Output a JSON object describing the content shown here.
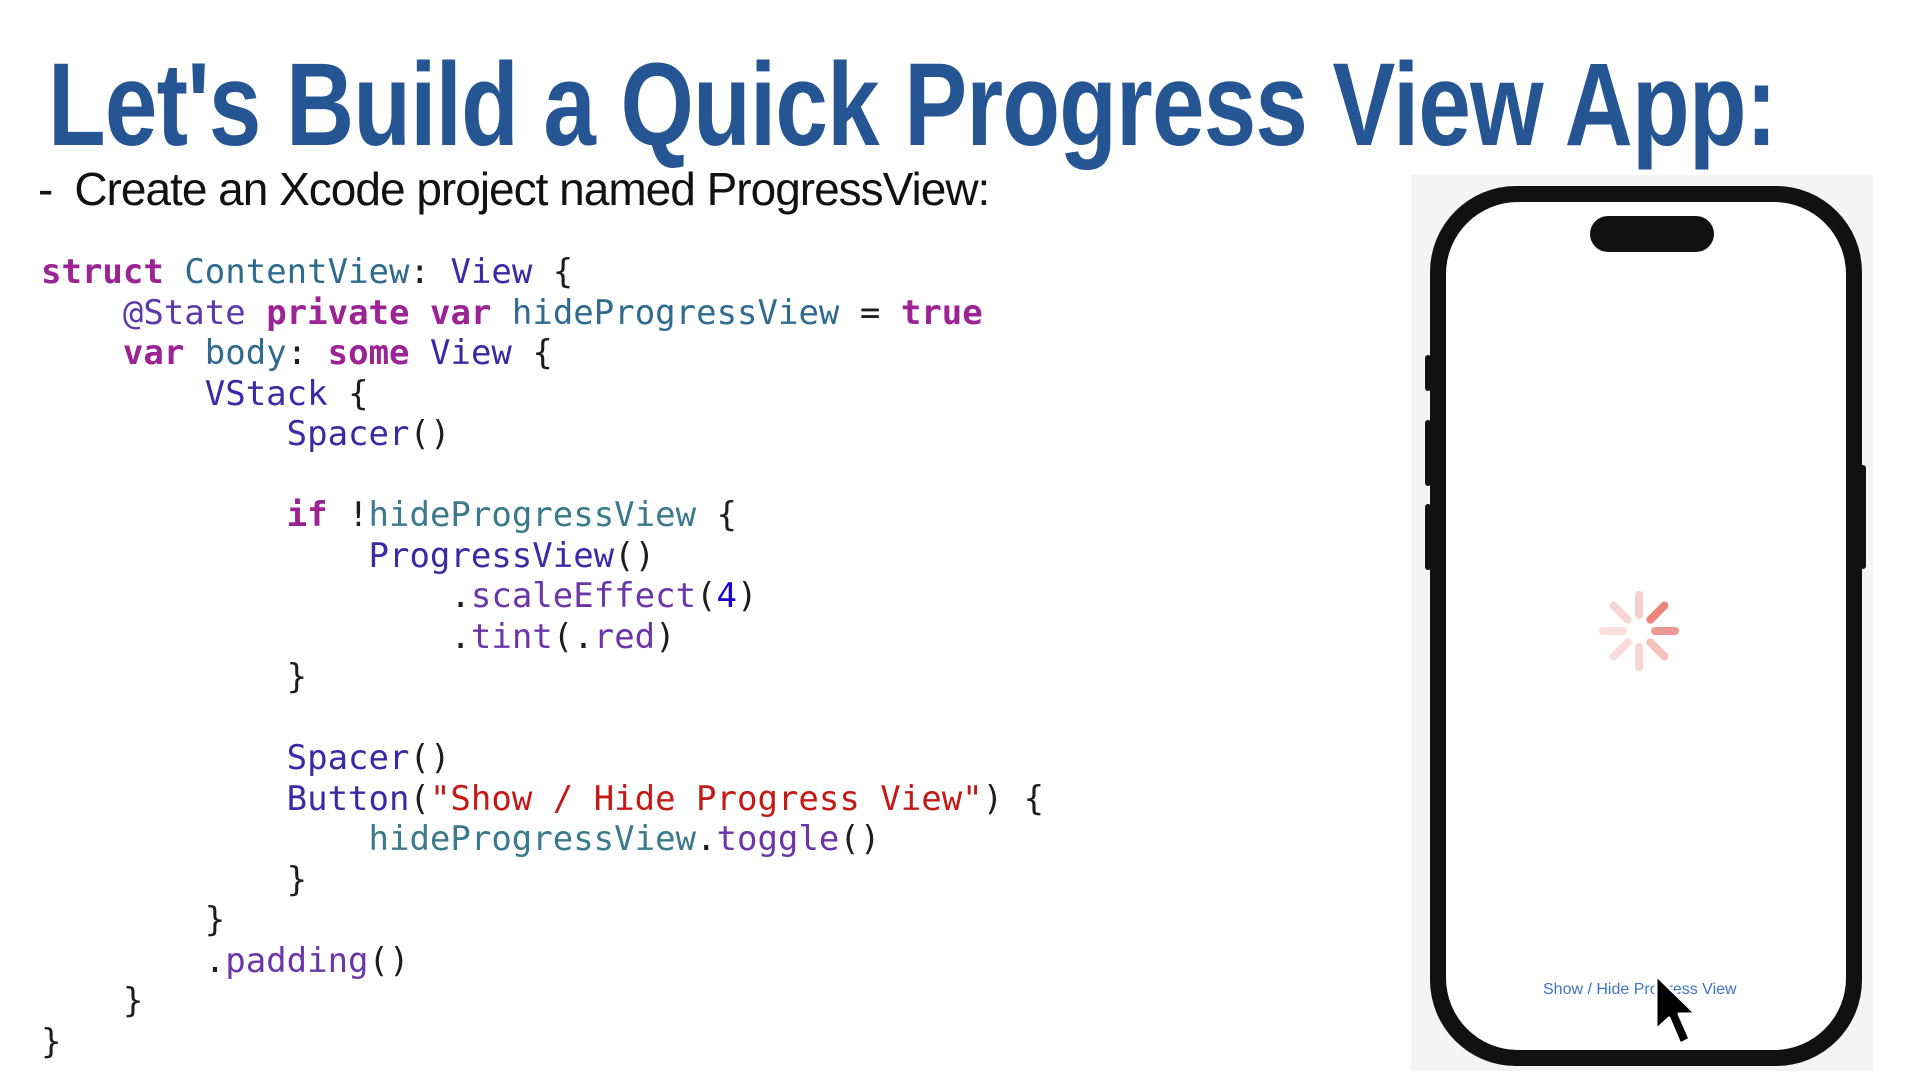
{
  "slide": {
    "title": "Let's Build a Quick Progress View App:",
    "bullet_dash": "-",
    "bullet_text": "Create an Xcode project named ProgressView:"
  },
  "code": {
    "lines": [
      [
        [
          "kw",
          "struct"
        ],
        [
          "p",
          " "
        ],
        [
          "tyd",
          "ContentView"
        ],
        [
          "p",
          ": "
        ],
        [
          "ty",
          "View"
        ],
        [
          "p",
          " {"
        ]
      ],
      [
        [
          "p",
          "    "
        ],
        [
          "attr",
          "@State"
        ],
        [
          "p",
          " "
        ],
        [
          "kw",
          "private"
        ],
        [
          "p",
          " "
        ],
        [
          "kw",
          "var"
        ],
        [
          "p",
          " "
        ],
        [
          "tyd",
          "hideProgressView"
        ],
        [
          "p",
          " = "
        ],
        [
          "kw",
          "true"
        ]
      ],
      [
        [
          "p",
          "    "
        ],
        [
          "kw",
          "var"
        ],
        [
          "p",
          " "
        ],
        [
          "tyd",
          "body"
        ],
        [
          "p",
          ": "
        ],
        [
          "kw",
          "some"
        ],
        [
          "p",
          " "
        ],
        [
          "ty",
          "View"
        ],
        [
          "p",
          " {"
        ]
      ],
      [
        [
          "p",
          "        "
        ],
        [
          "ty",
          "VStack"
        ],
        [
          "p",
          " {"
        ]
      ],
      [
        [
          "p",
          "            "
        ],
        [
          "ty",
          "Spacer"
        ],
        [
          "p",
          "()"
        ]
      ],
      [
        [
          "p",
          ""
        ]
      ],
      [
        [
          "p",
          "            "
        ],
        [
          "kw",
          "if"
        ],
        [
          "p",
          " !"
        ],
        [
          "id",
          "hideProgressView"
        ],
        [
          "p",
          " {"
        ]
      ],
      [
        [
          "p",
          "                "
        ],
        [
          "ty",
          "ProgressView"
        ],
        [
          "p",
          "()"
        ]
      ],
      [
        [
          "p",
          "                    ."
        ],
        [
          "fn",
          "scaleEffect"
        ],
        [
          "p",
          "("
        ],
        [
          "num",
          "4"
        ],
        [
          "p",
          ")"
        ]
      ],
      [
        [
          "p",
          "                    ."
        ],
        [
          "fn",
          "tint"
        ],
        [
          "p",
          "(."
        ],
        [
          "fn",
          "red"
        ],
        [
          "p",
          ")"
        ]
      ],
      [
        [
          "p",
          "            }"
        ]
      ],
      [
        [
          "p",
          ""
        ]
      ],
      [
        [
          "p",
          "            "
        ],
        [
          "ty",
          "Spacer"
        ],
        [
          "p",
          "()"
        ]
      ],
      [
        [
          "p",
          "            "
        ],
        [
          "ty",
          "Button"
        ],
        [
          "p",
          "("
        ],
        [
          "str",
          "\"Show / Hide Progress View\""
        ],
        [
          "p",
          ") {"
        ]
      ],
      [
        [
          "p",
          "                "
        ],
        [
          "id",
          "hideProgressView"
        ],
        [
          "p",
          "."
        ],
        [
          "fn",
          "toggle"
        ],
        [
          "p",
          "()"
        ]
      ],
      [
        [
          "p",
          "            }"
        ]
      ],
      [
        [
          "p",
          "        }"
        ]
      ],
      [
        [
          "p",
          "        ."
        ],
        [
          "fn",
          "padding"
        ],
        [
          "p",
          "()"
        ]
      ],
      [
        [
          "p",
          "    }"
        ]
      ],
      [
        [
          "p",
          "}"
        ]
      ]
    ]
  },
  "preview": {
    "button_label": "Show / Hide Progress View",
    "spinner_icon": "activity-spinner-icon",
    "spinner_color": "#e8776f",
    "cursor_icon": "mouse-pointer-icon"
  }
}
